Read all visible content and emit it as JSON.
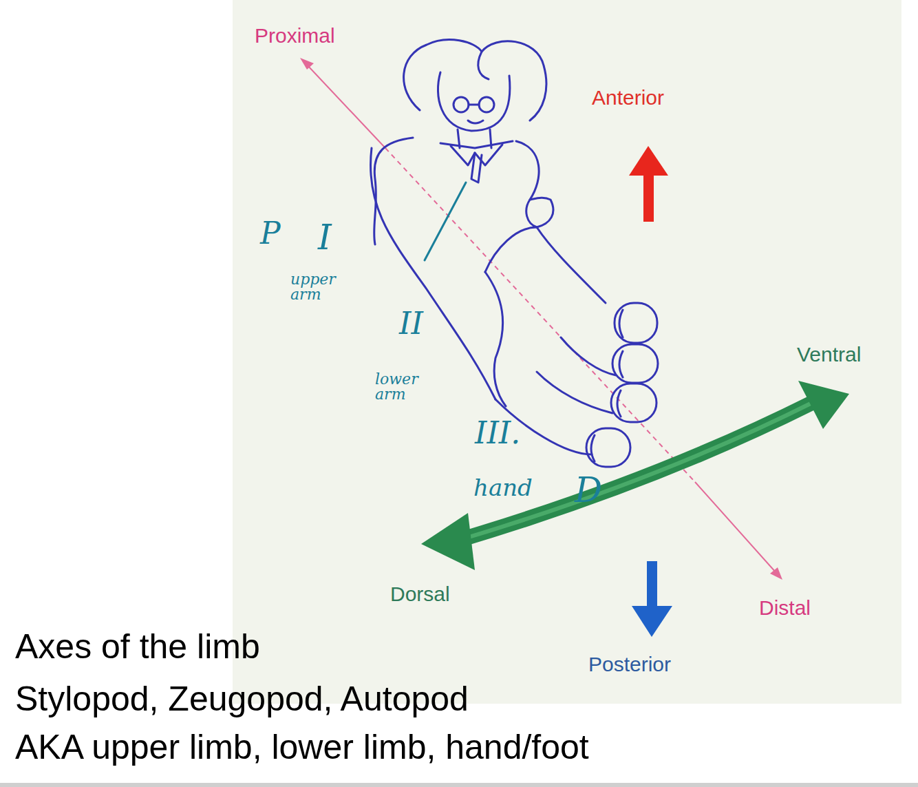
{
  "diagram": {
    "labels": [
      "Proximal",
      "Anterior",
      "Ventral",
      "Dorsal",
      "Posterior",
      "Distal",
      "P",
      "I",
      "upper arm",
      "II",
      "lower arm",
      "III.",
      "hand",
      "D",
      "Axes of the limb",
      "Stylopod, Zeugopod, Autopod",
      "AKA upper limb, lower limb, hand/foot"
    ]
  }
}
